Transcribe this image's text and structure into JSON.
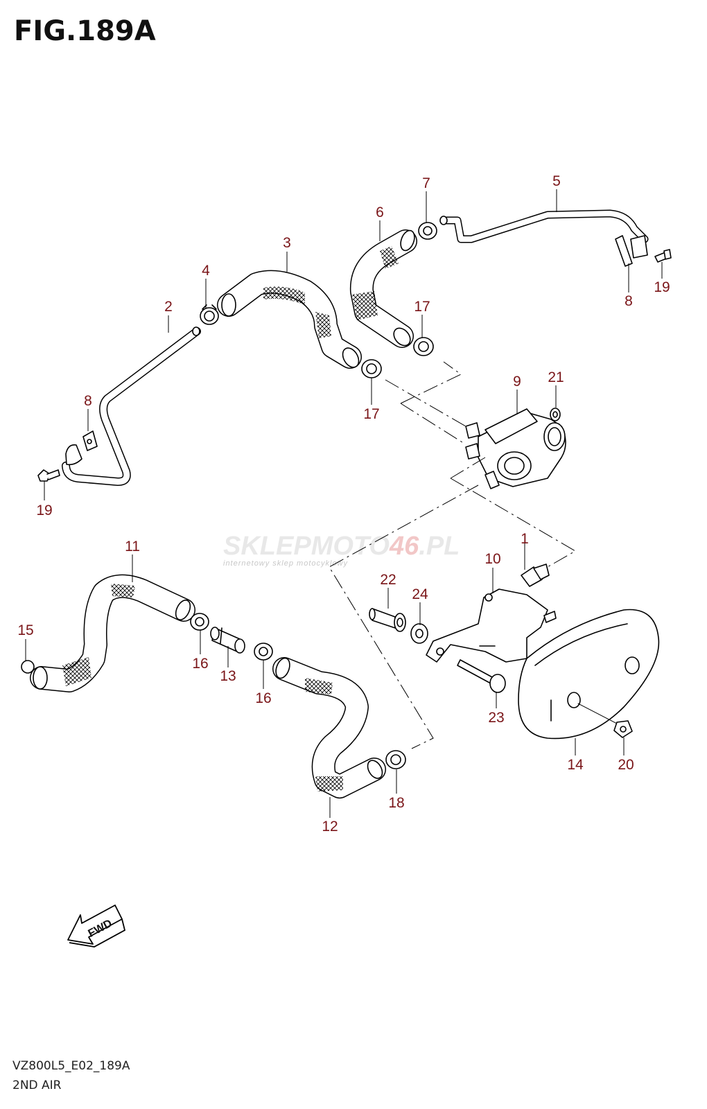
{
  "figure": {
    "title": "FIG.189A",
    "code": "VZ800L5_E02_189A",
    "name": "2ND AIR"
  },
  "watermark": {
    "main_a": "SKLEPMOTO",
    "main_b": "46",
    "main_c": ".PL",
    "sub": "internetowy sklep motocyklowy"
  },
  "fwd_label": "FWD",
  "callouts": {
    "c1": "1",
    "c2": "2",
    "c3": "3",
    "c4": "4",
    "c5": "5",
    "c6": "6",
    "c7": "7",
    "c8a": "8",
    "c8b": "8",
    "c9": "9",
    "c10": "10",
    "c11": "11",
    "c12": "12",
    "c13": "13",
    "c14": "14",
    "c15": "15",
    "c16a": "16",
    "c16b": "16",
    "c17a": "17",
    "c17b": "17",
    "c18": "18",
    "c19a": "19",
    "c19b": "19",
    "c20": "20",
    "c21": "21",
    "c22": "22",
    "c23": "23",
    "c24": "24"
  },
  "colors": {
    "callout": "#7a1518",
    "line": "#000000"
  }
}
